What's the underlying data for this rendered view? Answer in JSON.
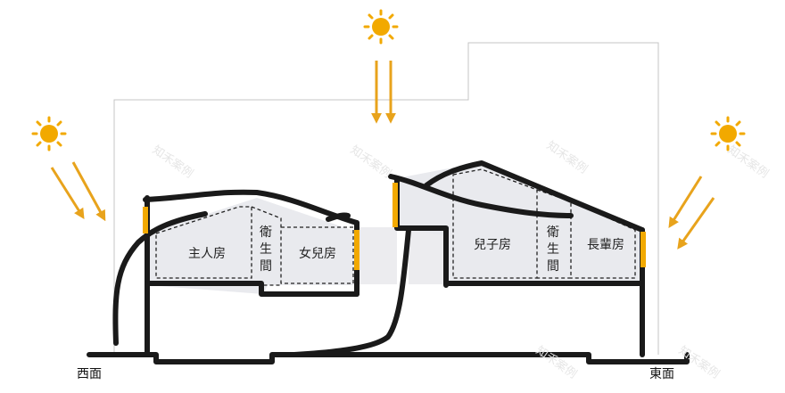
{
  "diagram": {
    "rooms": {
      "master_bedroom": "主人房",
      "bathroom_left": [
        "衛",
        "生",
        "間"
      ],
      "daughter_room": "女兒房",
      "son_room": "兒子房",
      "bathroom_right": [
        "衛",
        "生",
        "間"
      ],
      "elders_room": "長輩房"
    },
    "orientation": {
      "west": "西面",
      "east": "東面"
    },
    "watermark": "知禾案例",
    "colors": {
      "wall": "#1a1a1a",
      "sun": "#f2a900",
      "arrow": "#e8a31c",
      "window": "#f2a900",
      "room_fill": "#e9eaee",
      "outline": "#bdbdbd"
    }
  }
}
